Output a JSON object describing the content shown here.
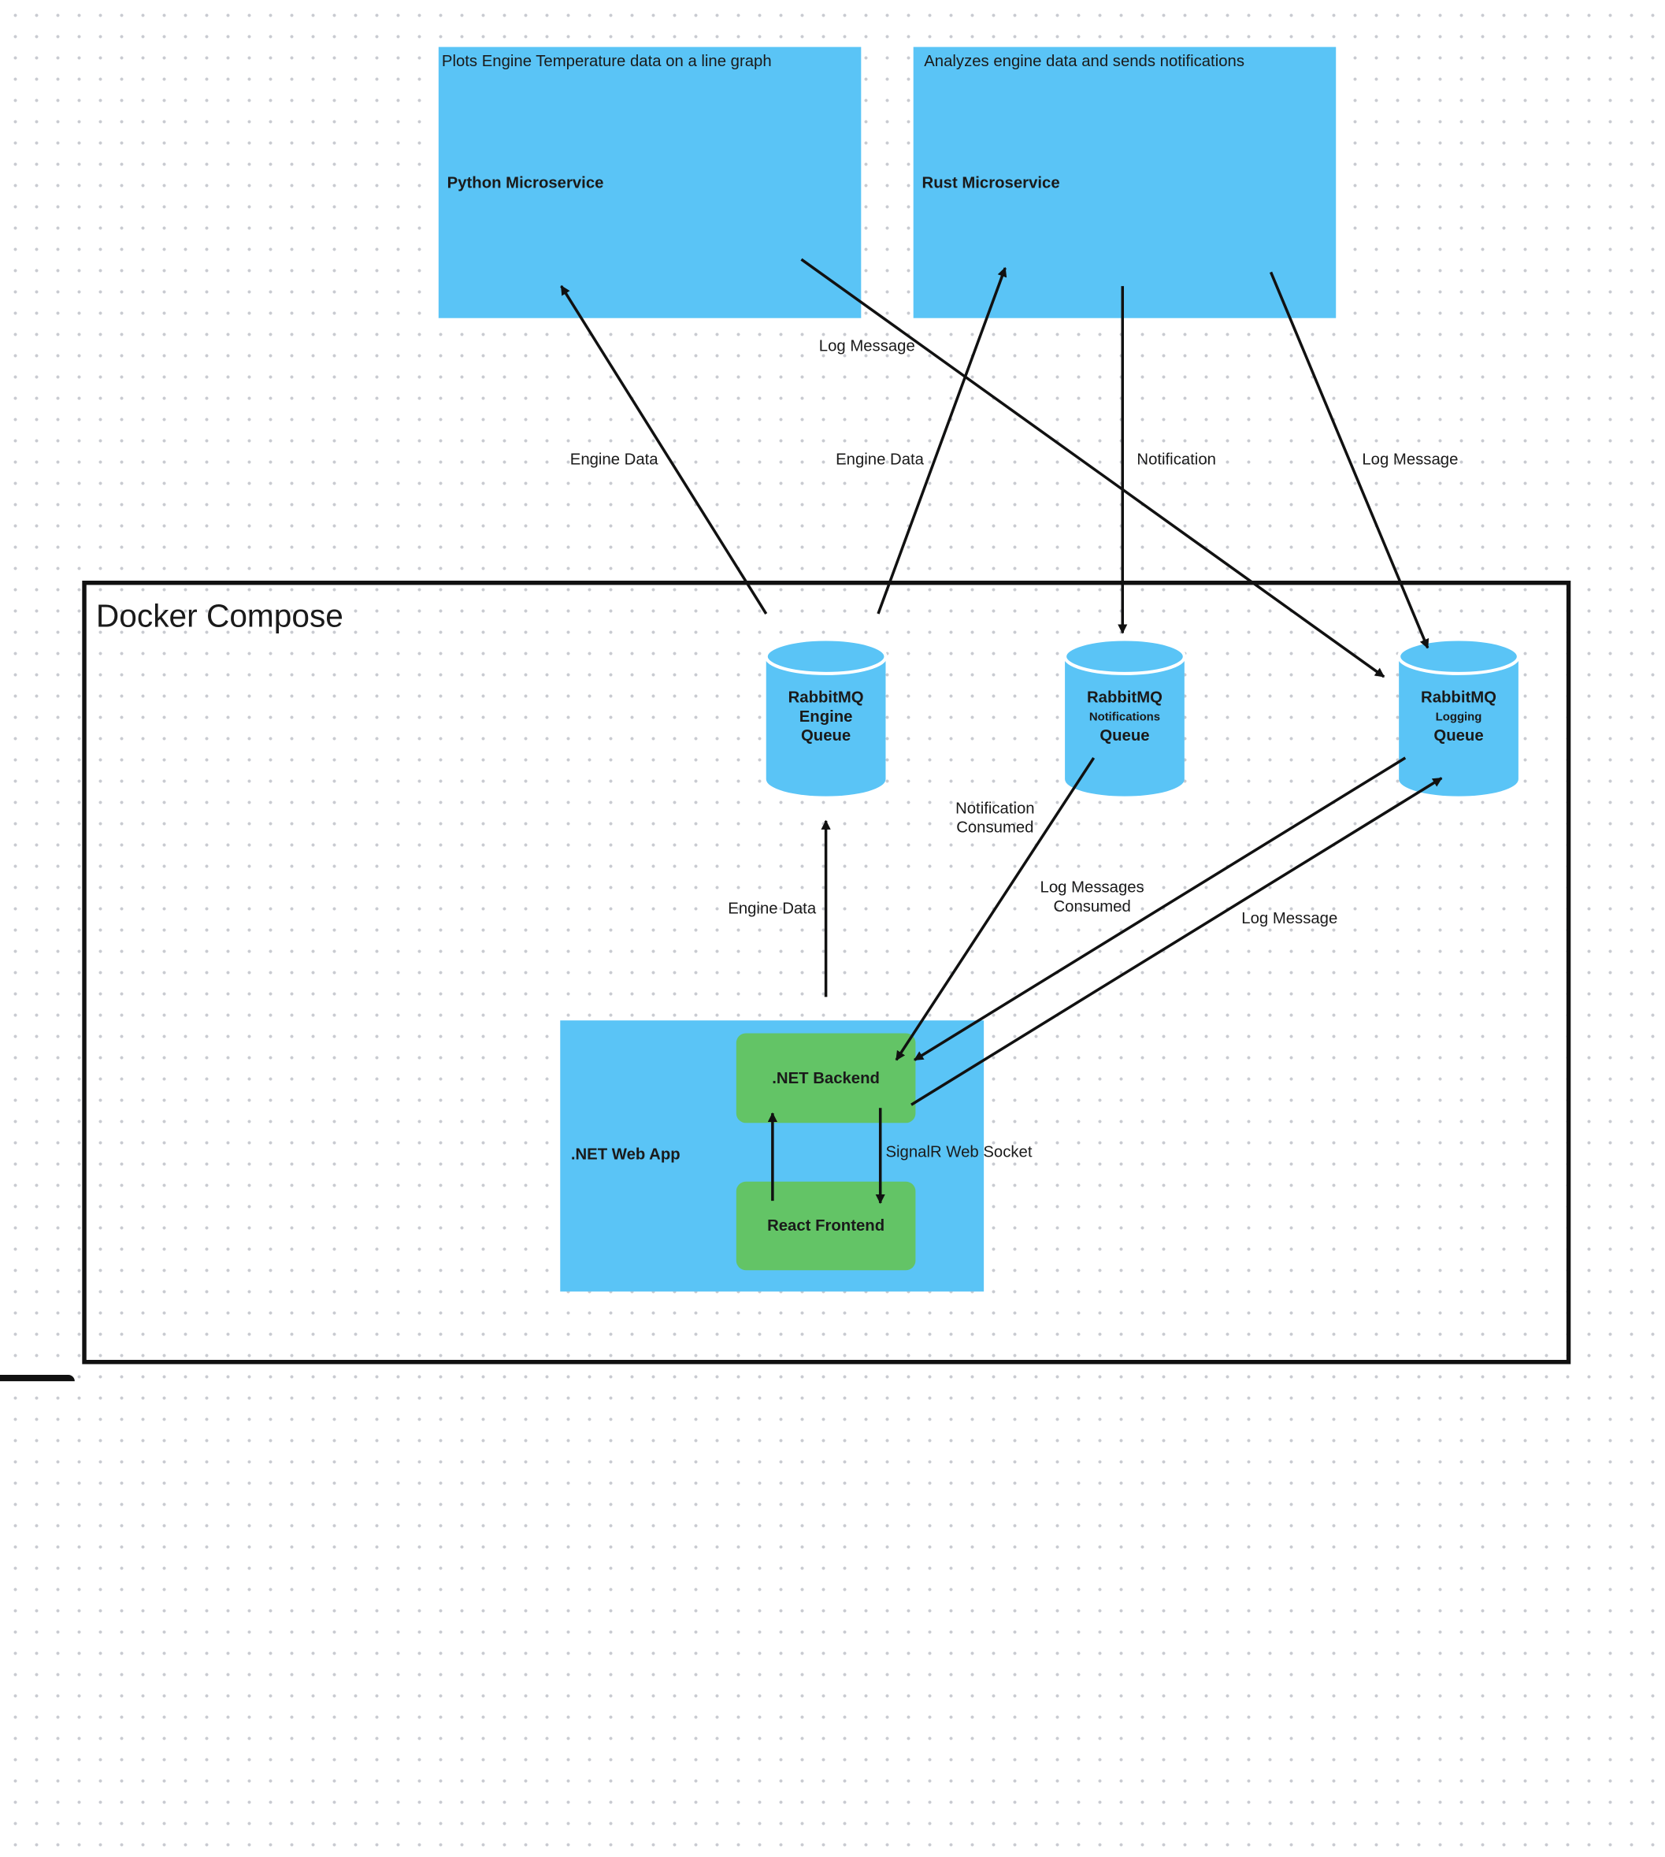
{
  "top_services": {
    "python": {
      "description": "Plots Engine Temperature data on a line graph",
      "title": "Python Microservice"
    },
    "rust": {
      "description": "Analyzes engine data and sends notifications",
      "title": "Rust Microservice"
    }
  },
  "docker_compose": {
    "title": "Docker Compose"
  },
  "queues": {
    "engine": {
      "line1": "RabbitMQ",
      "line2": "Engine",
      "line3": "Queue"
    },
    "notifications": {
      "line1": "RabbitMQ",
      "line2": "Notifications",
      "line3": "Queue"
    },
    "logging": {
      "line1": "RabbitMQ",
      "line2": "Logging",
      "line3": "Queue"
    }
  },
  "web_app": {
    "title": ".NET Web App",
    "backend": ".NET Backend",
    "frontend": "React Frontend"
  },
  "edges": {
    "engine_to_python": "Engine Data",
    "engine_to_rust": "Engine Data",
    "python_log": "Log Message",
    "rust_notification": "Notification",
    "rust_log": "Log Message",
    "backend_engine_data": "Engine Data",
    "notification_consumed": "Notification\nConsumed",
    "log_messages_consumed": "Log Messages\nConsumed",
    "backend_log_message": "Log Message",
    "signalr": "SignalR Web Socket"
  },
  "colors": {
    "service_blue": "#5ac4f6",
    "component_green": "#63c466",
    "border": "#111111"
  }
}
